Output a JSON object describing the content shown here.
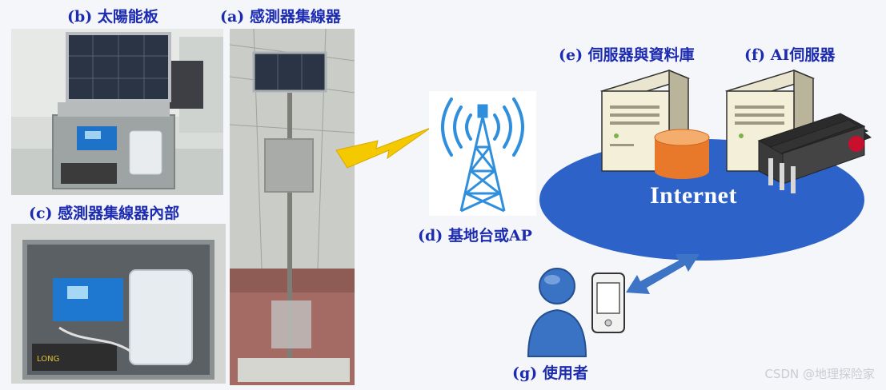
{
  "labels": {
    "b": "(b) 太陽能板",
    "a": "(a) 感測器集線器",
    "c": "(c) 感測器集線器內部",
    "d": "(d) 基地台或AP",
    "e": "(e) 伺服器與資料庫",
    "f": "(f) AI伺服器",
    "g": "(g) 使用者"
  },
  "internet_label": "Internet",
  "watermark": "CSDN @地理探险家",
  "colors": {
    "label_blue": "#1c2bb0",
    "cloud_blue": "#2d62c8",
    "lightning_yellow": "#f5c900",
    "tower_blue": "#2f8fdc",
    "arrow_blue": "#3d74c6",
    "db_orange": "#e8782a"
  }
}
